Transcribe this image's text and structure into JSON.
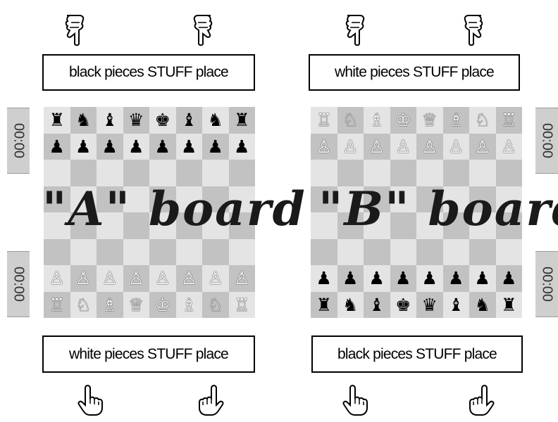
{
  "board_a": {
    "overlay_label": "\"A\" board",
    "top_stuff": "black pieces STUFF place",
    "bottom_stuff": "white pieces STUFF place",
    "top_clock": "00:00",
    "bottom_clock": "00:00",
    "rows": [
      [
        "♜",
        "♞",
        "♝",
        "♛",
        "♚",
        "♝",
        "♞",
        "♜"
      ],
      [
        "♟",
        "♟",
        "♟",
        "♟",
        "♟",
        "♟",
        "♟",
        "♟"
      ],
      [
        "",
        "",
        "",
        "",
        "",
        "",
        "",
        ""
      ],
      [
        "",
        "",
        "",
        "",
        "",
        "",
        "",
        ""
      ],
      [
        "",
        "",
        "",
        "",
        "",
        "",
        "",
        ""
      ],
      [
        "",
        "",
        "",
        "",
        "",
        "",
        "",
        ""
      ],
      [
        "♙",
        "♙",
        "♙",
        "♙",
        "♙",
        "♙",
        "♙",
        "♙"
      ],
      [
        "♖",
        "♘",
        "♗",
        "♕",
        "♔",
        "♗",
        "♘",
        "♖"
      ]
    ]
  },
  "board_b": {
    "overlay_label": "\"B\" board",
    "top_stuff": "white pieces STUFF place",
    "bottom_stuff": "black pieces STUFF place",
    "top_clock": "00:00",
    "bottom_clock": "00:00",
    "rows": [
      [
        "♖",
        "♘",
        "♗",
        "♔",
        "♕",
        "♗",
        "♘",
        "♖"
      ],
      [
        "♙",
        "♙",
        "♙",
        "♙",
        "♙",
        "♙",
        "♙",
        "♙"
      ],
      [
        "",
        "",
        "",
        "",
        "",
        "",
        "",
        ""
      ],
      [
        "",
        "",
        "",
        "",
        "",
        "",
        "",
        ""
      ],
      [
        "",
        "",
        "",
        "",
        "",
        "",
        "",
        ""
      ],
      [
        "",
        "",
        "",
        "",
        "",
        "",
        "",
        ""
      ],
      [
        "♟",
        "♟",
        "♟",
        "♟",
        "♟",
        "♟",
        "♟",
        "♟"
      ],
      [
        "♜",
        "♞",
        "♝",
        "♚",
        "♛",
        "♝",
        "♞",
        "♜"
      ]
    ]
  },
  "icons": {
    "hand_top": "pointing-hand-down-icon",
    "hand_bottom": "pointing-hand-up-icon"
  }
}
